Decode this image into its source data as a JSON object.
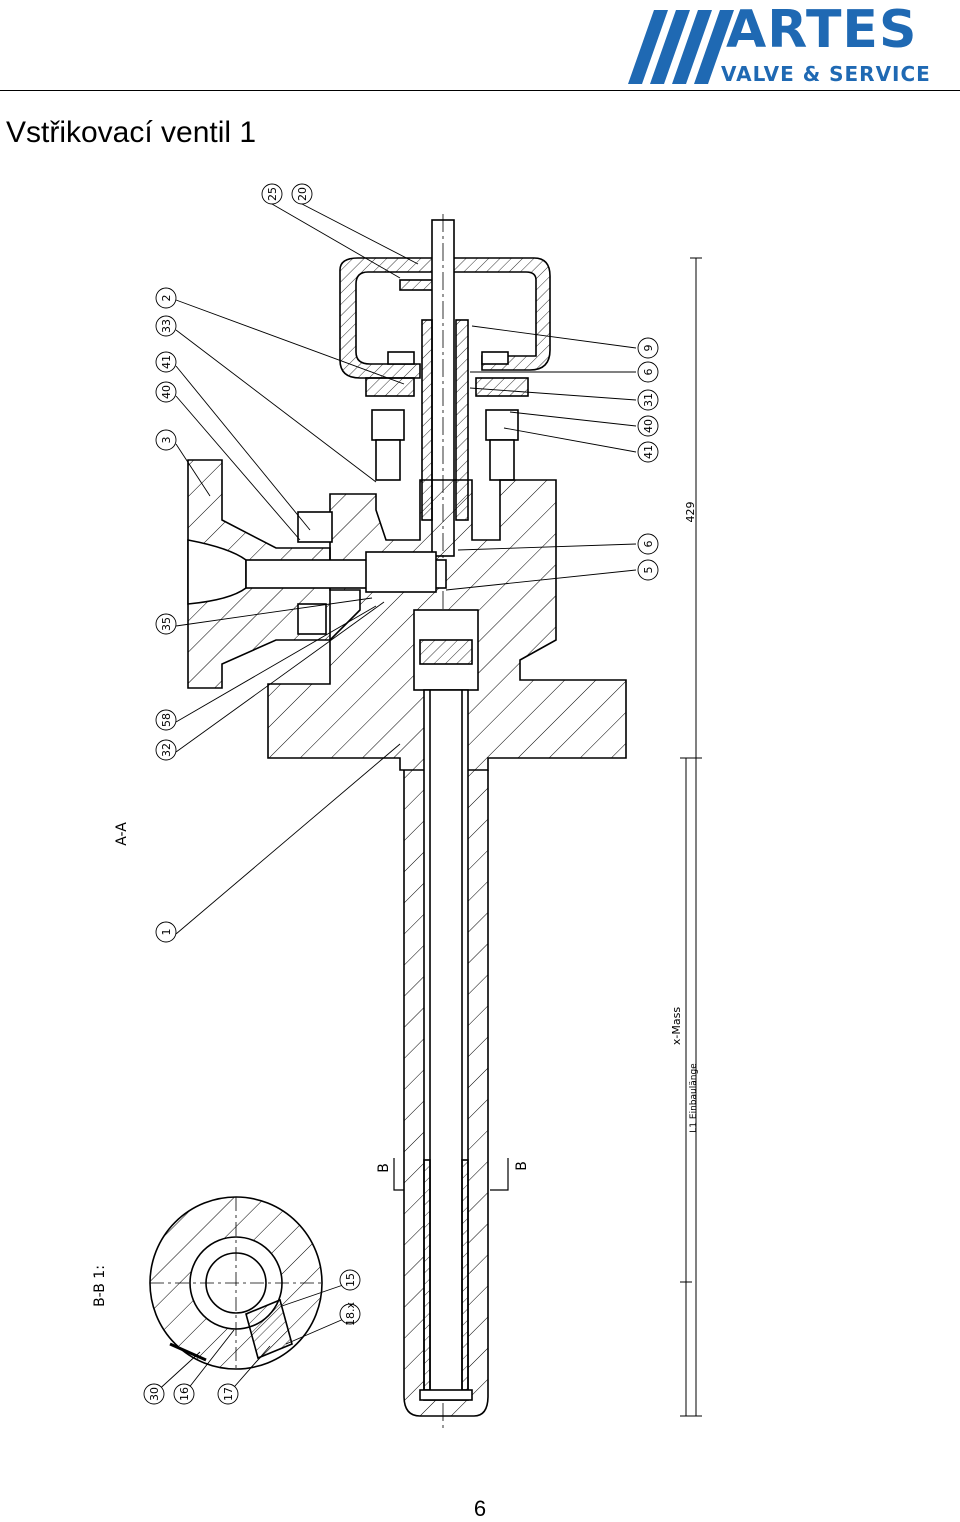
{
  "header": {
    "logo_word": "ARTES",
    "logo_subtitle": "VALVE & SERVICE",
    "brand_color": "#1f69b3"
  },
  "page_title": "Vstřikovací ventil 1",
  "drawing": {
    "section_aa": "A-A",
    "section_bb": "B-B 1:",
    "section_marker": "B",
    "dim_total": "429",
    "dim_x": "x-Mass",
    "dim_l1": "L1 Einbaulänge",
    "callouts_left": [
      "25",
      "20",
      "2",
      "33",
      "41",
      "40",
      "3",
      "35",
      "58",
      "32",
      "1",
      "30",
      "16",
      "17",
      "18.x",
      "15"
    ],
    "callouts_right": [
      "9",
      "6",
      "31",
      "40",
      "41",
      "6",
      "5"
    ]
  },
  "page_number": "6"
}
